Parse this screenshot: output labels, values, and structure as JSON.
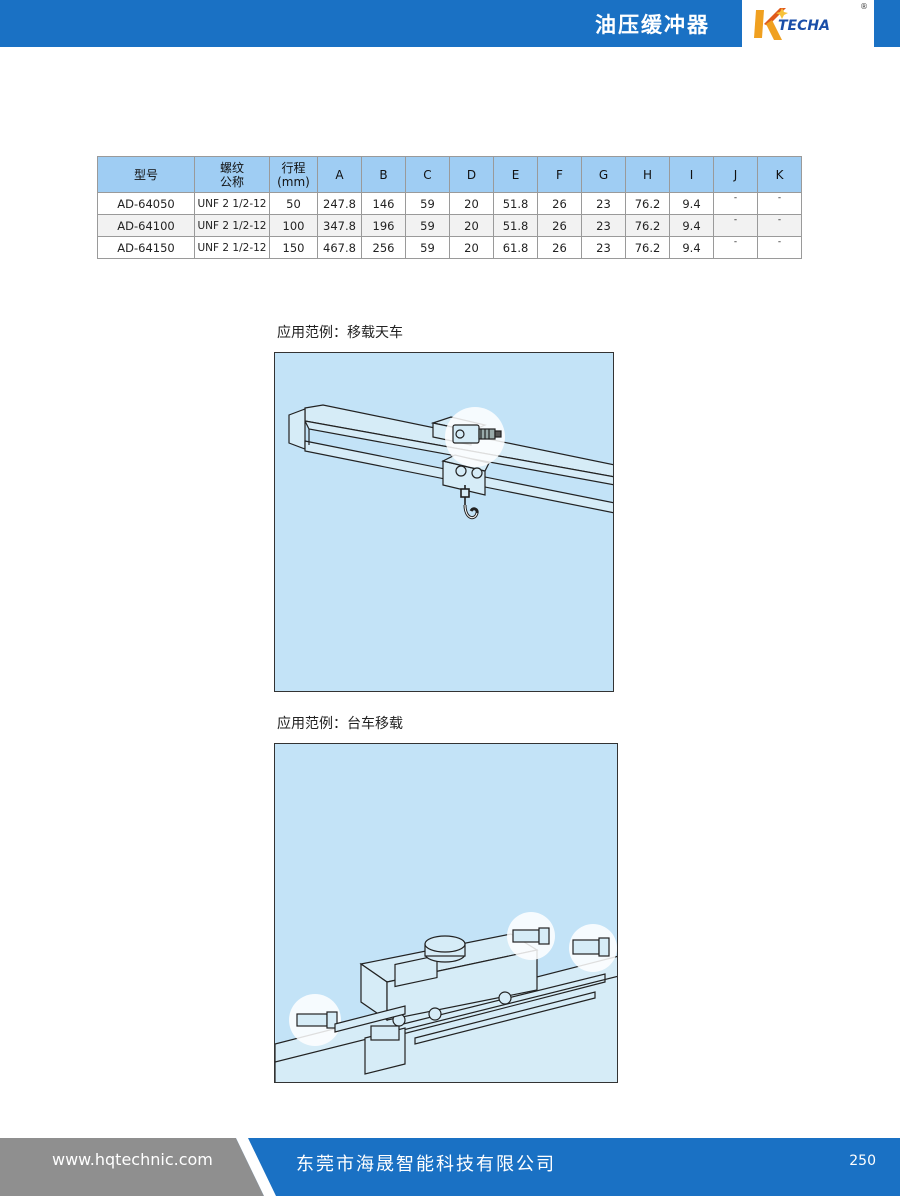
{
  "header": {
    "title": "油压缓冲器",
    "brand": "TECHA",
    "reg_mark": "®"
  },
  "table": {
    "headers": [
      [
        "型号"
      ],
      [
        "螺纹",
        "公称"
      ],
      [
        "行程",
        "(mm)"
      ],
      [
        "A"
      ],
      [
        "B"
      ],
      [
        "C"
      ],
      [
        "D"
      ],
      [
        "E"
      ],
      [
        "F"
      ],
      [
        "G"
      ],
      [
        "H"
      ],
      [
        "I"
      ],
      [
        "J"
      ],
      [
        "K"
      ]
    ],
    "rows": [
      [
        "AD-64050",
        "UNF 2 1/2-12",
        "50",
        "247.8",
        "146",
        "59",
        "20",
        "51.8",
        "26",
        "23",
        "76.2",
        "9.4",
        "-",
        "-"
      ],
      [
        "AD-64100",
        "UNF 2 1/2-12",
        "100",
        "347.8",
        "196",
        "59",
        "20",
        "51.8",
        "26",
        "23",
        "76.2",
        "9.4",
        "-",
        "-"
      ],
      [
        "AD-64150",
        "UNF 2 1/2-12",
        "150",
        "467.8",
        "256",
        "59",
        "20",
        "61.8",
        "26",
        "23",
        "76.2",
        "9.4",
        "-",
        "-"
      ]
    ]
  },
  "figures": {
    "crane_caption": "应用范例：移载天车",
    "cart_caption": "应用范例：台车移载"
  },
  "footer": {
    "url": "www.hqtechnic.com",
    "company": "东莞市海晟智能科技有限公司",
    "page": "250"
  },
  "colors": {
    "header_blue": "#1a71c4",
    "table_header": "#9fcdf3",
    "figure_bg": "#c3e3f7",
    "footer_gray": "#8f8f8f"
  }
}
